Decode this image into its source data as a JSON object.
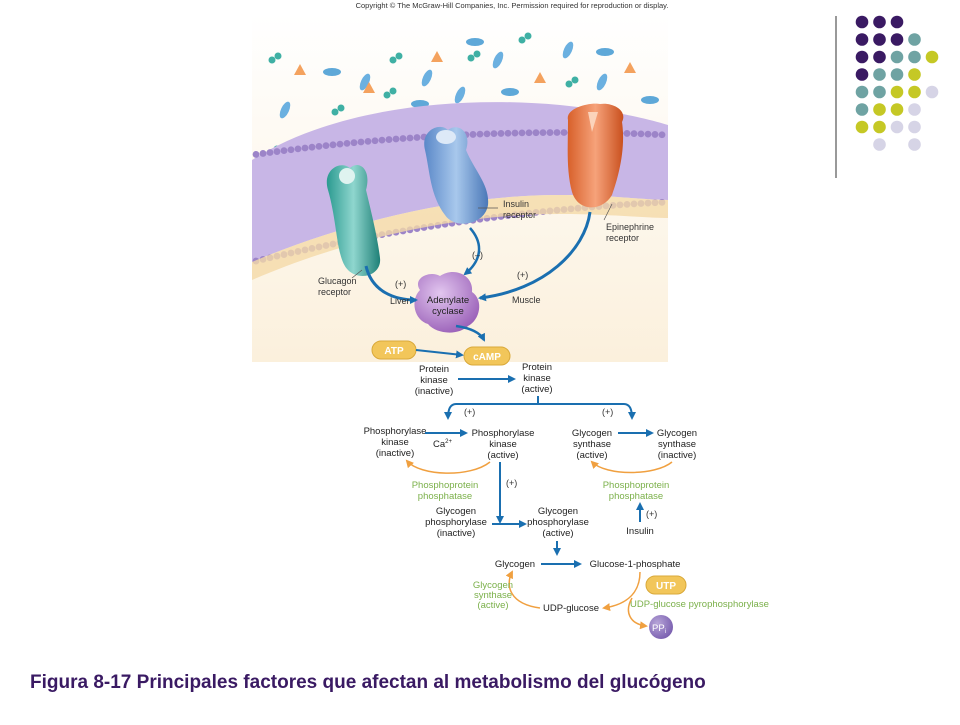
{
  "copyright": "Copyright © The McGraw-Hill Companies, Inc. Permission required for reproduction or display.",
  "caption": "Figura 8-17 Principales factores que afectan al metabolismo del glucógeno",
  "colors": {
    "purple": "#3a1a63",
    "teal": "#6fa3a3",
    "lime": "#c5c825",
    "lavender": "#d6d4e6",
    "arrowBlue": "#1a6fb0",
    "arrowOrange": "#f0a040",
    "textGreen": "#7bb04a"
  },
  "membrane": {
    "glucagon_receptor": [
      "Glucagon",
      "receptor"
    ],
    "insulin_receptor": [
      "Insulin",
      "receptor"
    ],
    "epinephrine_receptor": [
      "Epinephrine",
      "receptor"
    ],
    "adenylate_cyclase": [
      "Adenylate",
      "cyclase"
    ],
    "liver": "Liver",
    "muscle": "Muscle",
    "plus": "(+)",
    "minus": "(–)"
  },
  "atp": "ATP",
  "camp": "cAMP",
  "pk_inactive": [
    "Protein",
    "kinase",
    "(inactive)"
  ],
  "pk_active": [
    "Protein",
    "kinase",
    "(active)"
  ],
  "phk_inactive": [
    "Phosphorylase",
    "kinase",
    "(inactive)"
  ],
  "phk_active": [
    "Phosphorylase",
    "kinase",
    "(active)"
  ],
  "ca": "Ca",
  "ca_sup": "2+",
  "gs_active_top": [
    "Glycogen",
    "synthase",
    "(active)"
  ],
  "gs_inactive": [
    "Glycogen",
    "synthase",
    "(inactive)"
  ],
  "ppase_left": [
    "Phosphoprotein",
    "phosphatase"
  ],
  "ppase_right": [
    "Phosphoprotein",
    "phosphatase"
  ],
  "plus": "(+)",
  "gp_inactive": [
    "Glycogen",
    "phosphorylase",
    "(inactive)"
  ],
  "gp_active": [
    "Glycogen",
    "phosphorylase",
    "(active)"
  ],
  "insulin": "Insulin",
  "glycogen": "Glycogen",
  "g1p": "Glucose-1-phosphate",
  "utp": "UTP",
  "udp_pyro": "UDP-glucose pyrophosphorylase",
  "gs_bottom": [
    "Glycogen",
    "synthase",
    "(active)"
  ],
  "udp_glucose": "UDP-glucose",
  "ppi": "PP",
  "ppi_sub": "i"
}
